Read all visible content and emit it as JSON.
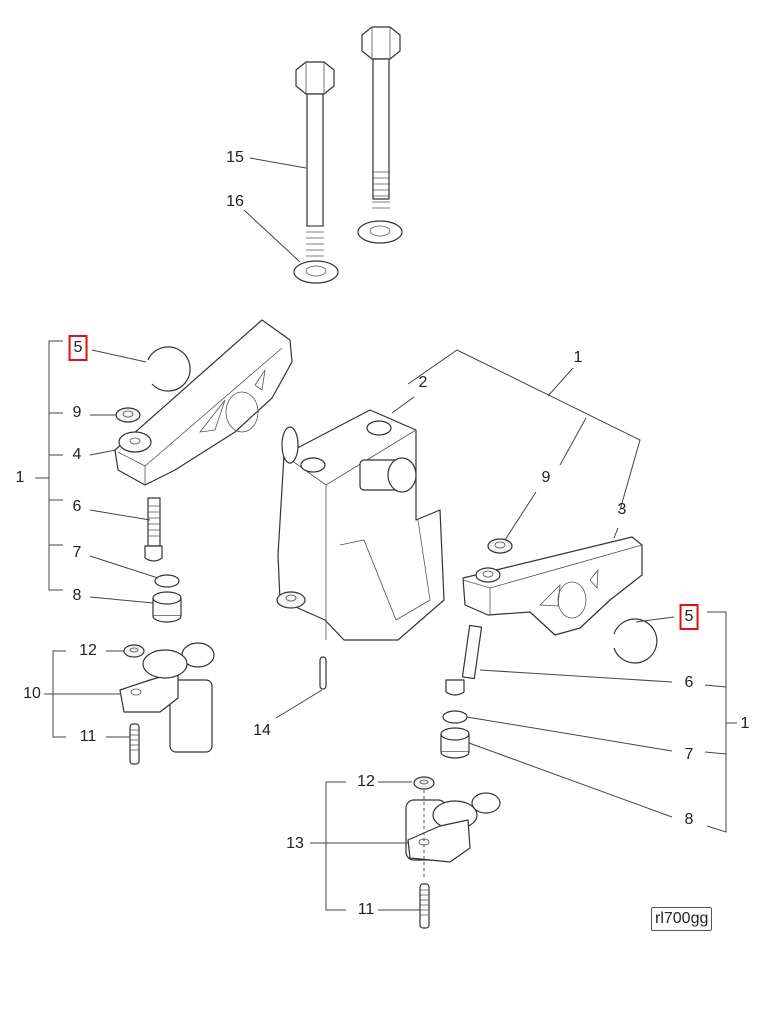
{
  "diagram": {
    "type": "exploded-parts-diagram",
    "reference_code": "rl700gg",
    "highlight_color": "#e01010",
    "callouts": [
      {
        "id": "c15",
        "label": "15",
        "part": "long hex bolt"
      },
      {
        "id": "c16",
        "label": "16",
        "part": "flat washer"
      },
      {
        "id": "c5-left",
        "label": "5",
        "part": "retaining ring",
        "highlighted": true
      },
      {
        "id": "c9-left",
        "label": "9",
        "part": "nut"
      },
      {
        "id": "c4",
        "label": "4",
        "part": "rocker arm (left)"
      },
      {
        "id": "c1-left",
        "label": "1",
        "part": "assembly group (left)"
      },
      {
        "id": "c6-left",
        "label": "6",
        "part": "screw"
      },
      {
        "id": "c7-left",
        "label": "7",
        "part": "o-ring"
      },
      {
        "id": "c8-left",
        "label": "8",
        "part": "bushing"
      },
      {
        "id": "c12-left",
        "label": "12",
        "part": "nut"
      },
      {
        "id": "c10",
        "label": "10",
        "part": "cam follower assembly"
      },
      {
        "id": "c11-left",
        "label": "11",
        "part": "adjusting screw"
      },
      {
        "id": "c2",
        "label": "2",
        "part": "rocker support block"
      },
      {
        "id": "c1-top",
        "label": "1",
        "part": "assembly group (top)"
      },
      {
        "id": "c9-right",
        "label": "9",
        "part": "nut"
      },
      {
        "id": "c3",
        "label": "3",
        "part": "rocker arm (right)"
      },
      {
        "id": "c5-right",
        "label": "5",
        "part": "retaining ring",
        "highlighted": true
      },
      {
        "id": "c6-right",
        "label": "6",
        "part": "screw"
      },
      {
        "id": "c1-right",
        "label": "1",
        "part": "assembly group (right)"
      },
      {
        "id": "c7-right",
        "label": "7",
        "part": "o-ring"
      },
      {
        "id": "c8-right",
        "label": "8",
        "part": "bushing"
      },
      {
        "id": "c14",
        "label": "14",
        "part": "dowel pin"
      },
      {
        "id": "c12-bottom",
        "label": "12",
        "part": "nut"
      },
      {
        "id": "c13",
        "label": "13",
        "part": "cam follower assembly"
      },
      {
        "id": "c11-bottom",
        "label": "11",
        "part": "adjusting screw"
      }
    ]
  }
}
